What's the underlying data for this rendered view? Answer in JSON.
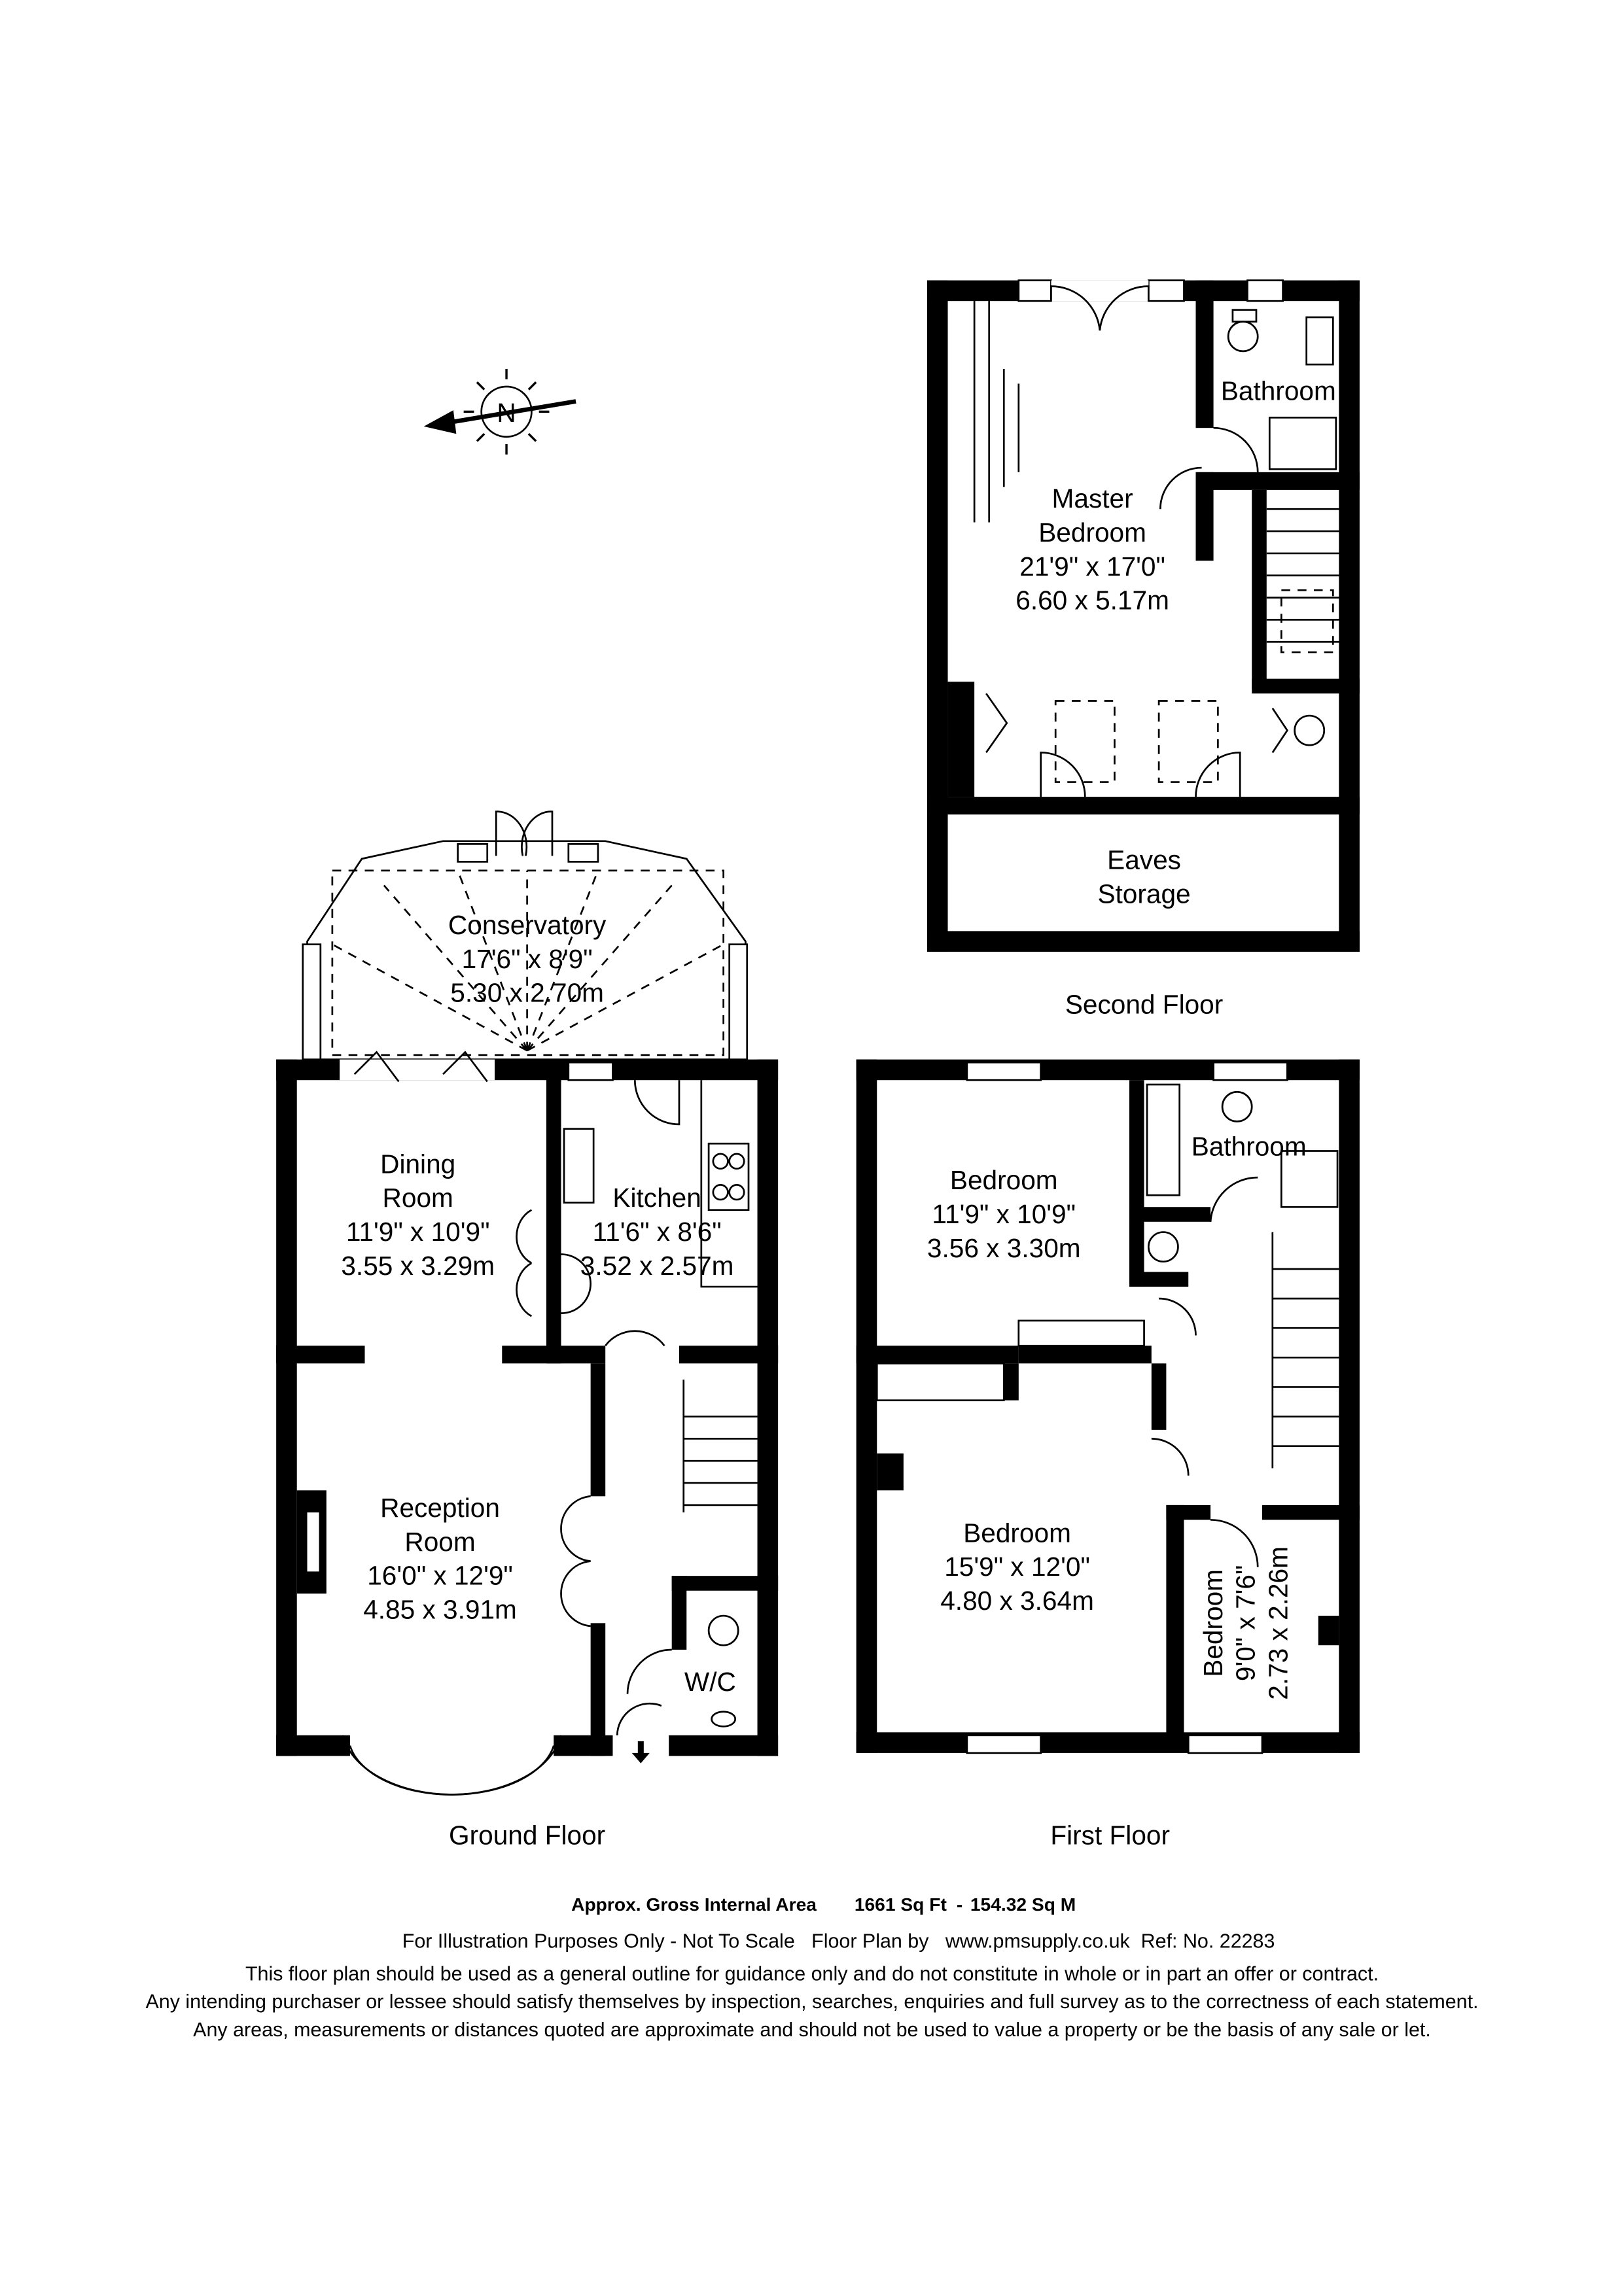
{
  "compass": {
    "label": "N"
  },
  "second_floor": {
    "title": "Second Floor",
    "rooms": [
      {
        "name": "Master",
        "name2": "Bedroom",
        "imperial": "21'9\" x 17'0\"",
        "metric": "6.60 x 5.17m"
      },
      {
        "name": "Bathroom"
      },
      {
        "name": "Eaves",
        "name2": "Storage"
      }
    ]
  },
  "ground_floor": {
    "title": "Ground Floor",
    "rooms": [
      {
        "name": "Conservatory",
        "imperial": "17'6\" x 8'9\"",
        "metric": "5.30 x 2.70m"
      },
      {
        "name": "Dining",
        "name2": "Room",
        "imperial": "11'9\" x 10'9\"",
        "metric": "3.55 x 3.29m"
      },
      {
        "name": "Kitchen",
        "imperial": "11'6\" x 8'6\"",
        "metric": "3.52 x 2.57m"
      },
      {
        "name": "Reception",
        "name2": "Room",
        "imperial": "16'0\" x 12'9\"",
        "metric": "4.85 x 3.91m"
      },
      {
        "name": "W/C"
      }
    ]
  },
  "first_floor": {
    "title": "First Floor",
    "rooms": [
      {
        "name": "Bedroom",
        "imperial": "11'9\" x 10'9\"",
        "metric": "3.56 x 3.30m"
      },
      {
        "name": "Bathroom"
      },
      {
        "name": "Bedroom",
        "imperial": "15'9\" x 12'0\"",
        "metric": "4.80 x 3.64m"
      },
      {
        "name": "Bedroom",
        "imperial": "9'0\" x 7'6\"",
        "metric": "2.73 x 2.26m"
      }
    ]
  },
  "footer": {
    "area_label": "Approx. Gross Internal Area",
    "area_sqft": "1661 Sq Ft",
    "area_sep": "-",
    "area_sqm": "154.32 Sq M",
    "illustration": "For Illustration Purposes Only - Not To Scale   Floor Plan by   www.pmsupply.co.uk  Ref: No. 22283",
    "disclaimer": [
      "This floor plan should be used as a general outline for guidance only and do not constitute in whole or in part an offer or contract.",
      "Any intending purchaser or lessee should satisfy themselves by inspection, searches, enquiries and full survey as to the correctness of each statement.",
      "Any areas, measurements or distances quoted are approximate and should not be used to value a property or be the basis of any sale or let."
    ]
  }
}
